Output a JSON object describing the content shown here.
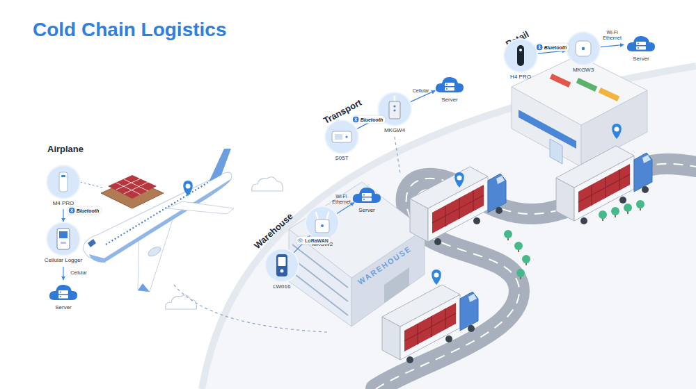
{
  "diagram": {
    "title": "Cold Chain Logistics",
    "nodes": [
      {
        "text": [
          "M4 PRO"
        ]
      },
      {
        "text": [
          "Cellular Logger"
        ]
      },
      {
        "text": [
          "Server"
        ]
      },
      {
        "text": [
          "LW016"
        ]
      },
      {
        "text": [
          "MKGW2"
        ]
      },
      {
        "text": [
          "Server"
        ]
      },
      {
        "text": [
          "S05T"
        ]
      },
      {
        "text": [
          "MKGW4"
        ]
      },
      {
        "text": [
          "Server"
        ]
      },
      {
        "text": [
          "H4 PRO"
        ]
      },
      {
        "text": [
          "MKGW3"
        ]
      },
      {
        "text": [
          "Server"
        ]
      }
    ],
    "edges": [
      {
        "from": 0,
        "to": 1,
        "label": "Bluetooth",
        "arrow": "to"
      },
      {
        "from": 1,
        "to": 2,
        "label": "Cellular",
        "arrow": "to"
      },
      {
        "from": 3,
        "to": 4,
        "label": "LoRaWAN",
        "arrow": "to"
      },
      {
        "from": 4,
        "to": 5,
        "label": "Wi-Fi Ethernet",
        "arrow": "to"
      },
      {
        "from": 6,
        "to": 7,
        "label": "Bluetooth",
        "arrow": "to"
      },
      {
        "from": 7,
        "to": 8,
        "label": "Cellular",
        "arrow": "to"
      },
      {
        "from": 9,
        "to": 10,
        "label": "Bluetooth",
        "arrow": "to"
      },
      {
        "from": 10,
        "to": 11,
        "label": "Wi-Fi Ethernet",
        "arrow": "to"
      }
    ],
    "labels": [
      "Airplane",
      "Warehouse",
      "Transport",
      "Retail",
      "WAREHOUSE"
    ]
  }
}
